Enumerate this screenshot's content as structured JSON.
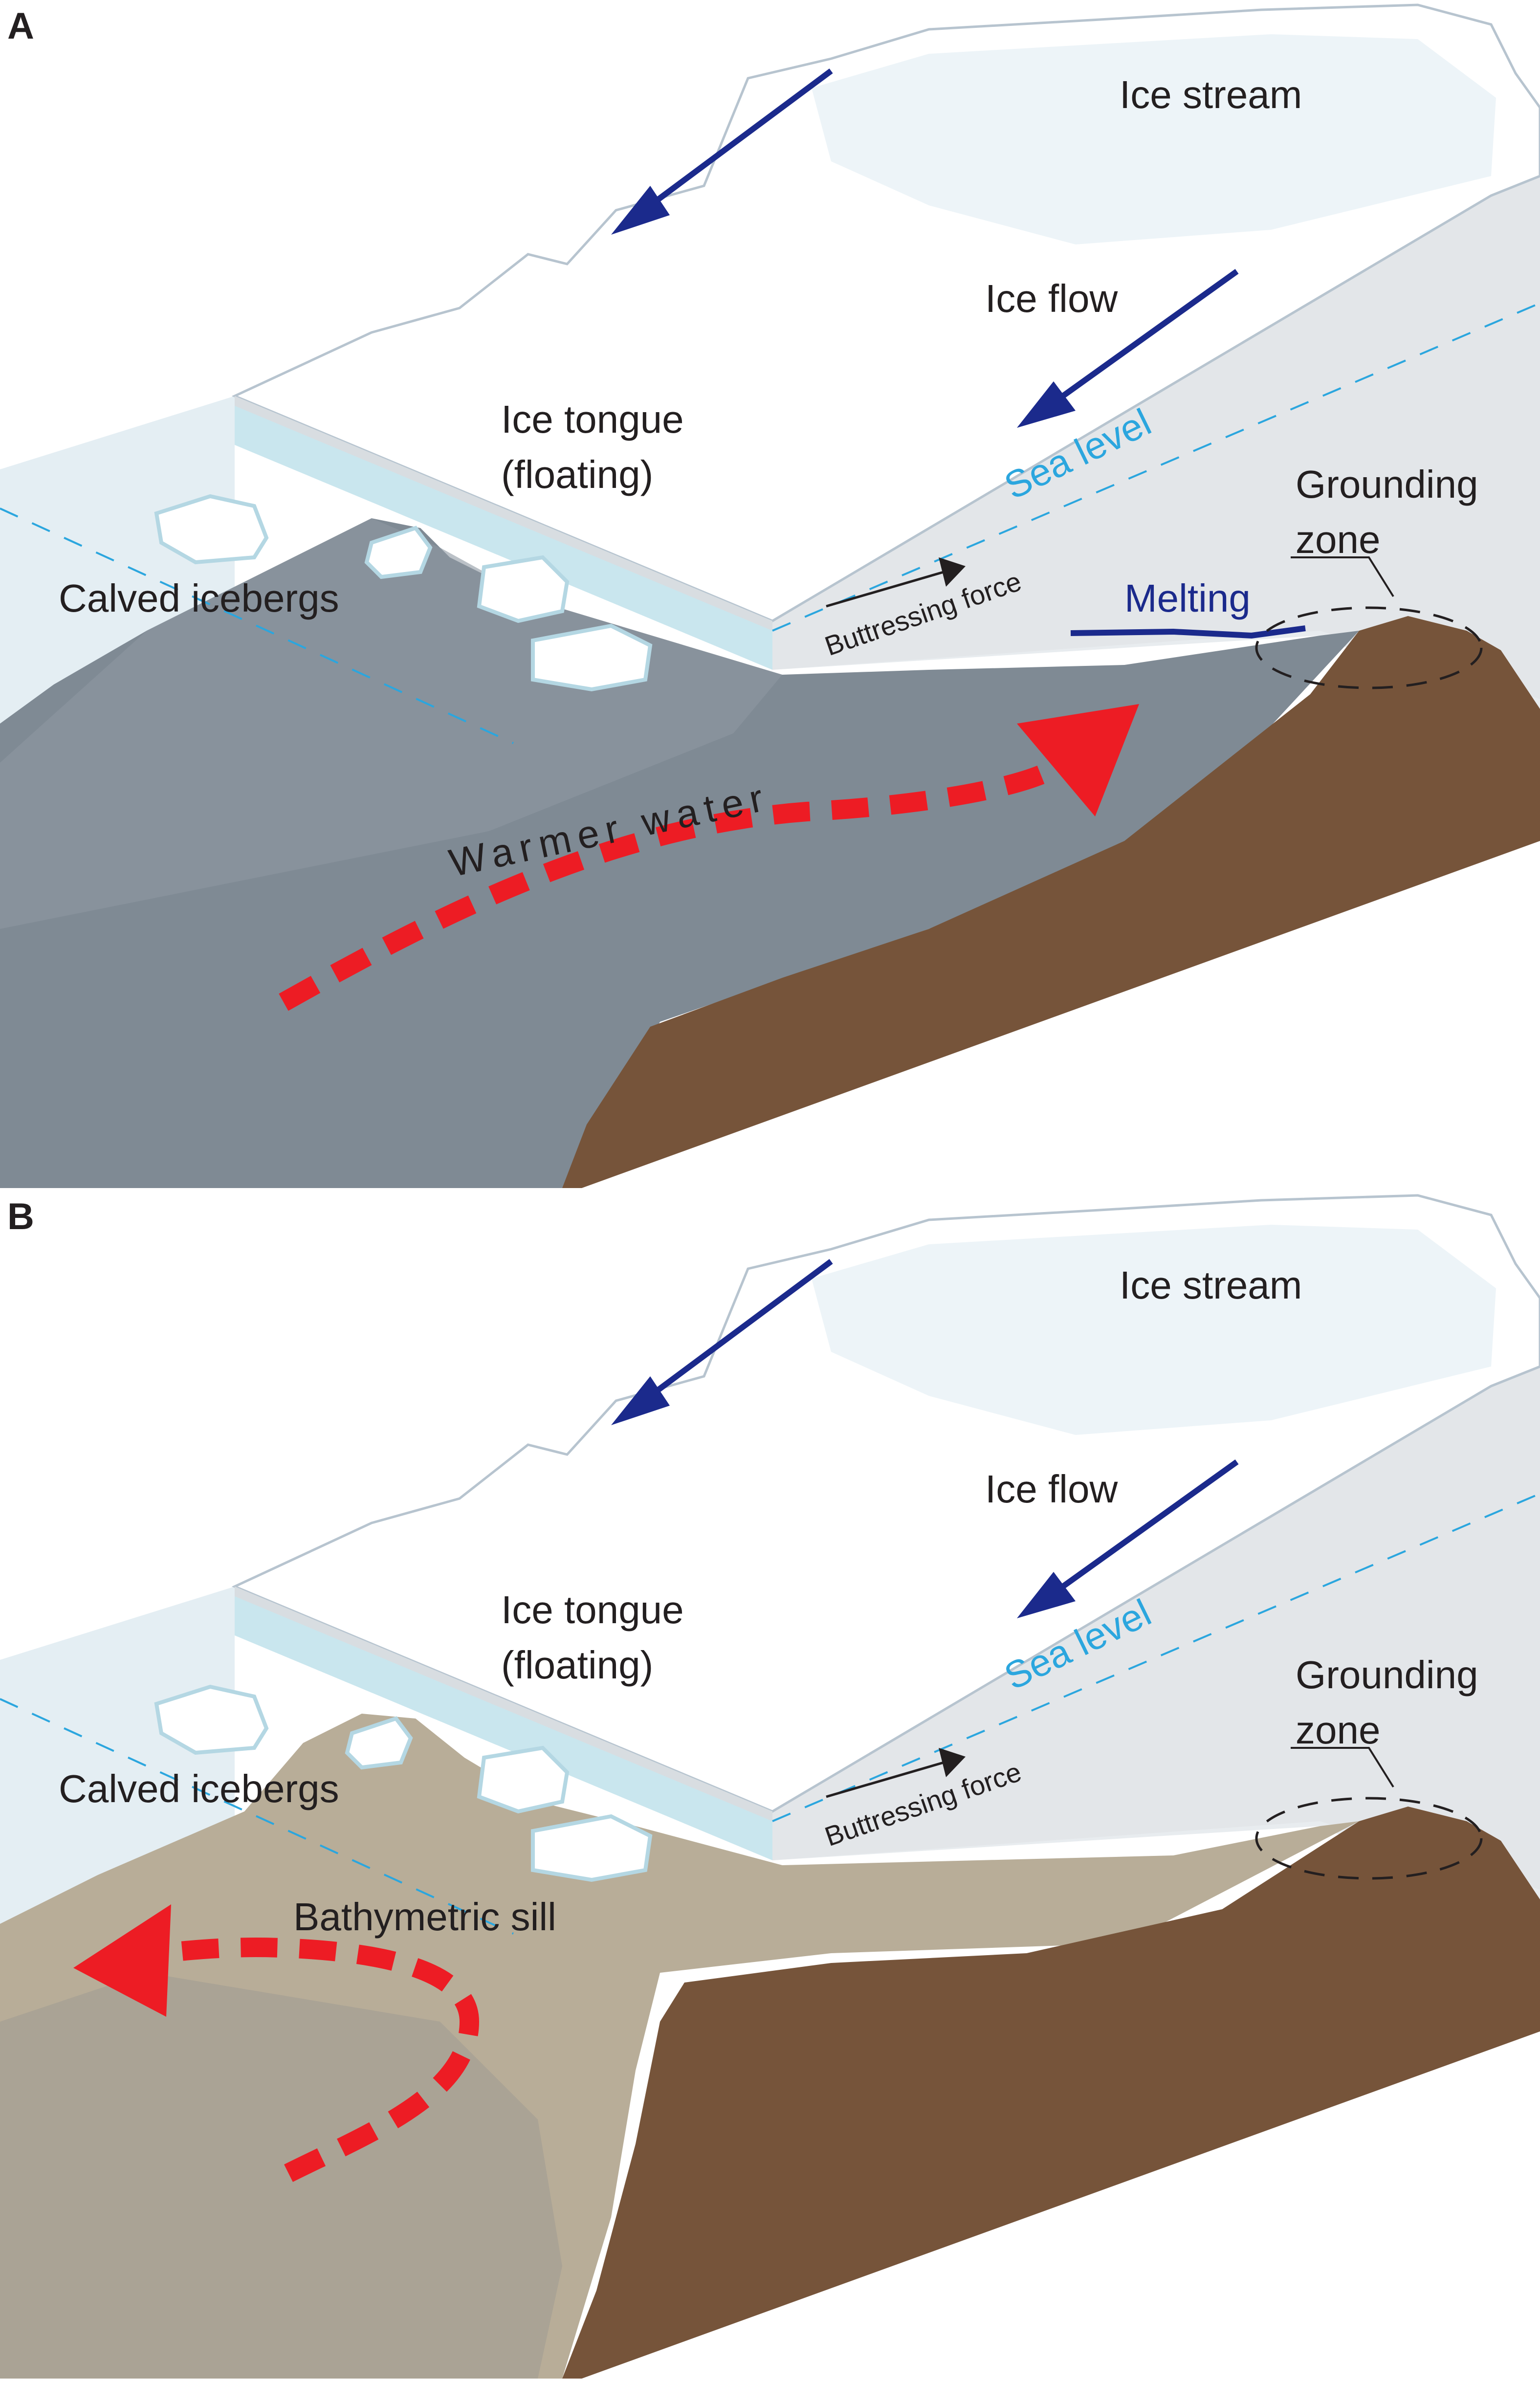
{
  "colors": {
    "ice_surface": "#ffffff",
    "ice_outline": "#b7c4cf",
    "ice_front": "#c9e6ee",
    "ice_side": "#e3e6e9",
    "water": "#dde9f0",
    "seafloor_warm": "#7f8a94",
    "seafloor_sill": "#b8ad98",
    "bedrock": "#76543a",
    "flow_arrow": "#1b2a8c",
    "warm_water_arrow": "#ed1c24",
    "sea_level_line": "#2ba6de"
  },
  "panels": [
    {
      "letter": "A",
      "ice_stream": "Ice stream",
      "ice_flow": "Ice flow",
      "ice_tongue": "Ice tongue",
      "floating": "(floating)",
      "sea_level": "Sea level",
      "grounding": "Grounding",
      "zone": "zone",
      "calved_icebergs": "Calved icebergs",
      "buttressing_force": "Buttressing force",
      "melting": "Melting",
      "warmer_water": "Warmer water"
    },
    {
      "letter": "B",
      "ice_stream": "Ice stream",
      "ice_flow": "Ice flow",
      "ice_tongue": "Ice tongue",
      "floating": "(floating)",
      "sea_level": "Sea level",
      "grounding": "Grounding",
      "zone": "zone",
      "calved_icebergs": "Calved icebergs",
      "buttressing_force": "Buttressing force",
      "bathymetric_sill": "Bathymetric sill"
    }
  ]
}
